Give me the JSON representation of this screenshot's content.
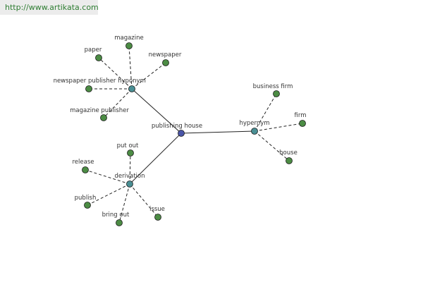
{
  "source": {
    "url": "http://www.artikata.com"
  },
  "colors": {
    "center": "#4a55a8",
    "relation": "#4a8f94",
    "leaf": "#4c8c44",
    "edge": "#222222",
    "link": "#2e7d32"
  },
  "graph": {
    "center": {
      "id": "publishing-house",
      "label": "publishing house"
    },
    "relations": [
      {
        "id": "hyponym",
        "label": "hyponym",
        "terms": [
          "magazine",
          "paper",
          "newspaper",
          "newspaper publisher",
          "magazine publisher"
        ]
      },
      {
        "id": "hypernym",
        "label": "hypernym",
        "terms": [
          "business firm",
          "firm",
          "house"
        ]
      },
      {
        "id": "derivation",
        "label": "derivation",
        "terms": [
          "put out",
          "release",
          "publish",
          "bring out",
          "issue"
        ]
      }
    ]
  }
}
